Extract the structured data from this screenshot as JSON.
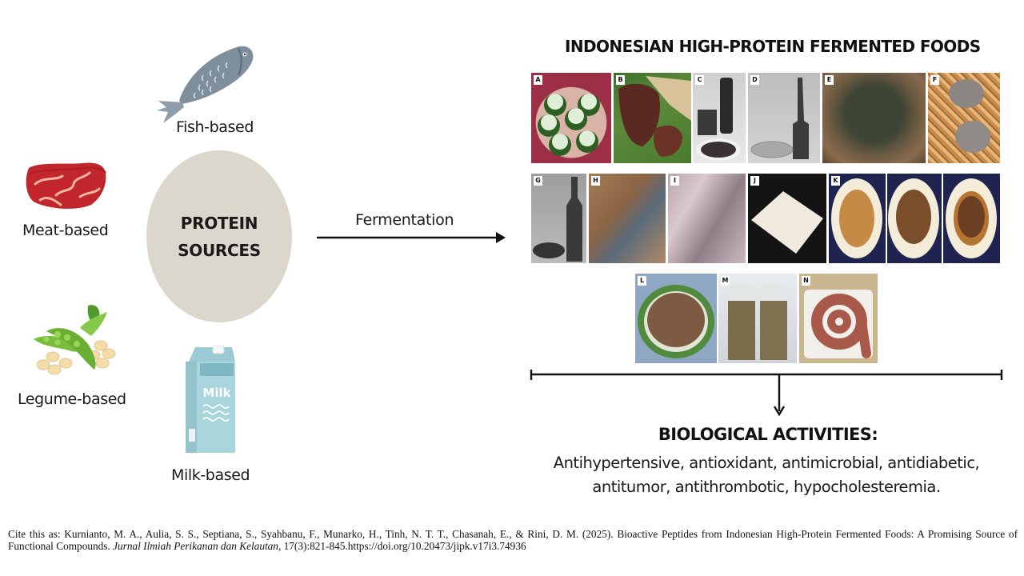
{
  "protein_sources": {
    "center_label_line1": "PROTEIN",
    "center_label_line2": "SOURCES",
    "sources": [
      {
        "label": "Fish-based",
        "icon": "fish-icon"
      },
      {
        "label": "Meat-based",
        "icon": "meat-icon"
      },
      {
        "label": "Legume-based",
        "icon": "soybean-icon"
      },
      {
        "label": "Milk-based",
        "icon": "milk-carton-icon",
        "icon_text": "Milk"
      }
    ]
  },
  "process": {
    "arrow_label": "Fermentation"
  },
  "foods": {
    "title": "INDONESIAN HIGH-PROTEIN FERMENTED FOODS",
    "photos": [
      {
        "letter": "A"
      },
      {
        "letter": "B"
      },
      {
        "letter": "C"
      },
      {
        "letter": "D"
      },
      {
        "letter": "E"
      },
      {
        "letter": "F"
      },
      {
        "letter": "G"
      },
      {
        "letter": "H"
      },
      {
        "letter": "I"
      },
      {
        "letter": "J"
      },
      {
        "letter": "K"
      },
      {
        "letter": "L"
      },
      {
        "letter": "M"
      },
      {
        "letter": "N"
      }
    ]
  },
  "outcome": {
    "title": "BIOLOGICAL ACTIVITIES:",
    "text": "Antihypertensive, antioxidant, antimicrobial, antidiabetic, antitumor, antithrombotic, hypocholesteremia."
  },
  "citation": {
    "prefix": "Cite this as: Kurnianto, M. A., Aulia, S. S., Septiana, S., Syahbanu, F., Munarko, H., Tinh, N. T. T., Chasanah, E., & Rini, D. M. (2025). Bioactive Peptides from Indonesian High-Protein Fermented Foods: A Promising Source of Functional Compounds.",
    "journal": "Jurnal Ilmiah Perikanan dan Kelautan",
    "suffix": ", 17(3):821-845.https://doi.org/10.20473/jipk.v17i3.74936"
  }
}
